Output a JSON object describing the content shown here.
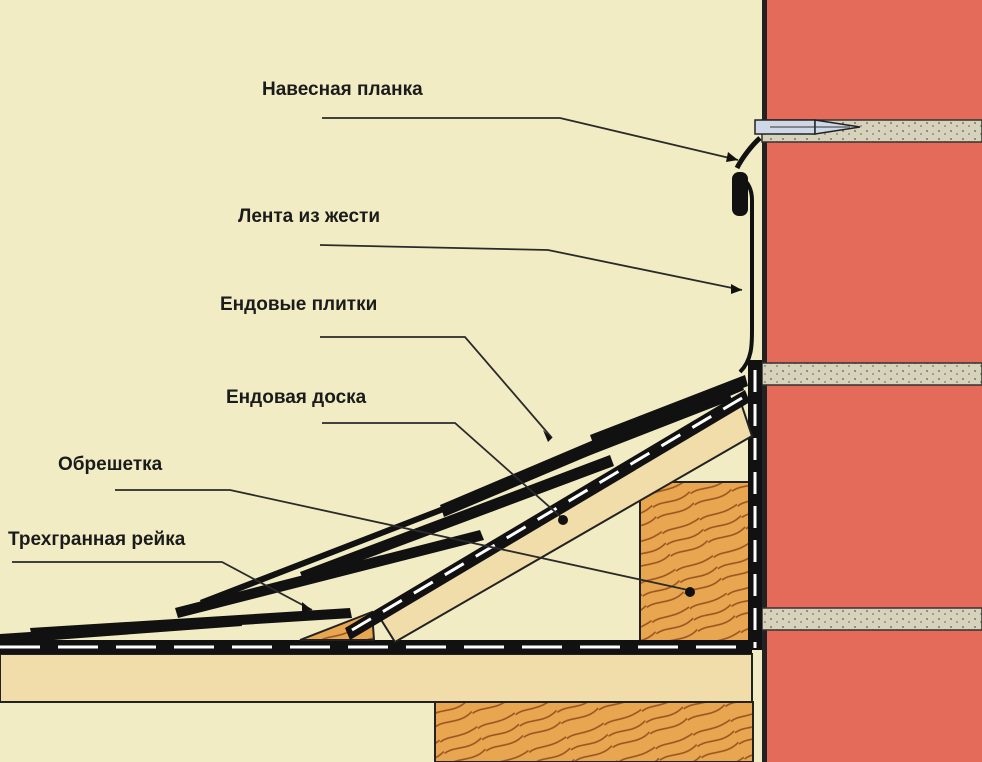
{
  "labels": {
    "hanging_strip": "Навесная планка",
    "tin_strip": "Лента из жести",
    "valley_tiles": "Ендовые плитки",
    "valley_board": "Ендовая доска",
    "lathing": "Обрешетка",
    "triangular_rail": "Трехгранная рейка"
  },
  "colors": {
    "background": "#f1ecc4",
    "brick": "#e46a5a",
    "mortar": "#cfcbb3",
    "board": "#f1ddaa",
    "wood_end": "#e9a650",
    "wood_grain": "#9a5520",
    "metal": "#111111"
  }
}
